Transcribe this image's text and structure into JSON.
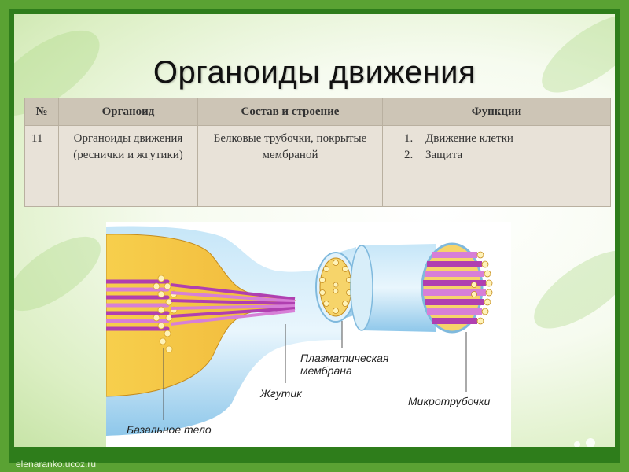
{
  "slide": {
    "title": "Органоиды движения",
    "footer_url": "elenaranko.ucoz.ru"
  },
  "table": {
    "headers": [
      "№",
      "Органоид",
      "Состав и строение",
      "Функции"
    ],
    "row": {
      "number": "11",
      "organoid": "Органоиды движения (реснички и жгутики)",
      "composition": "Белковые трубочки, покрытые мембраной",
      "functions": [
        "Движение клетки",
        "Защита"
      ]
    }
  },
  "figure": {
    "labels": {
      "basal_body": "Базальное тело",
      "flagellum": "Жгутик",
      "plasma_membrane": "Плазматическая мембрана",
      "microtubules": "Микротрубочки"
    }
  },
  "colors": {
    "outer_background": "#5aa233",
    "frame": "#2e7d1b",
    "table_header": "#cdc5b6",
    "table_body": "#e8e2d8",
    "cytoplasm": "#f2c744",
    "tubule": "#b03fb0",
    "membrane": "#9fd2f0"
  }
}
